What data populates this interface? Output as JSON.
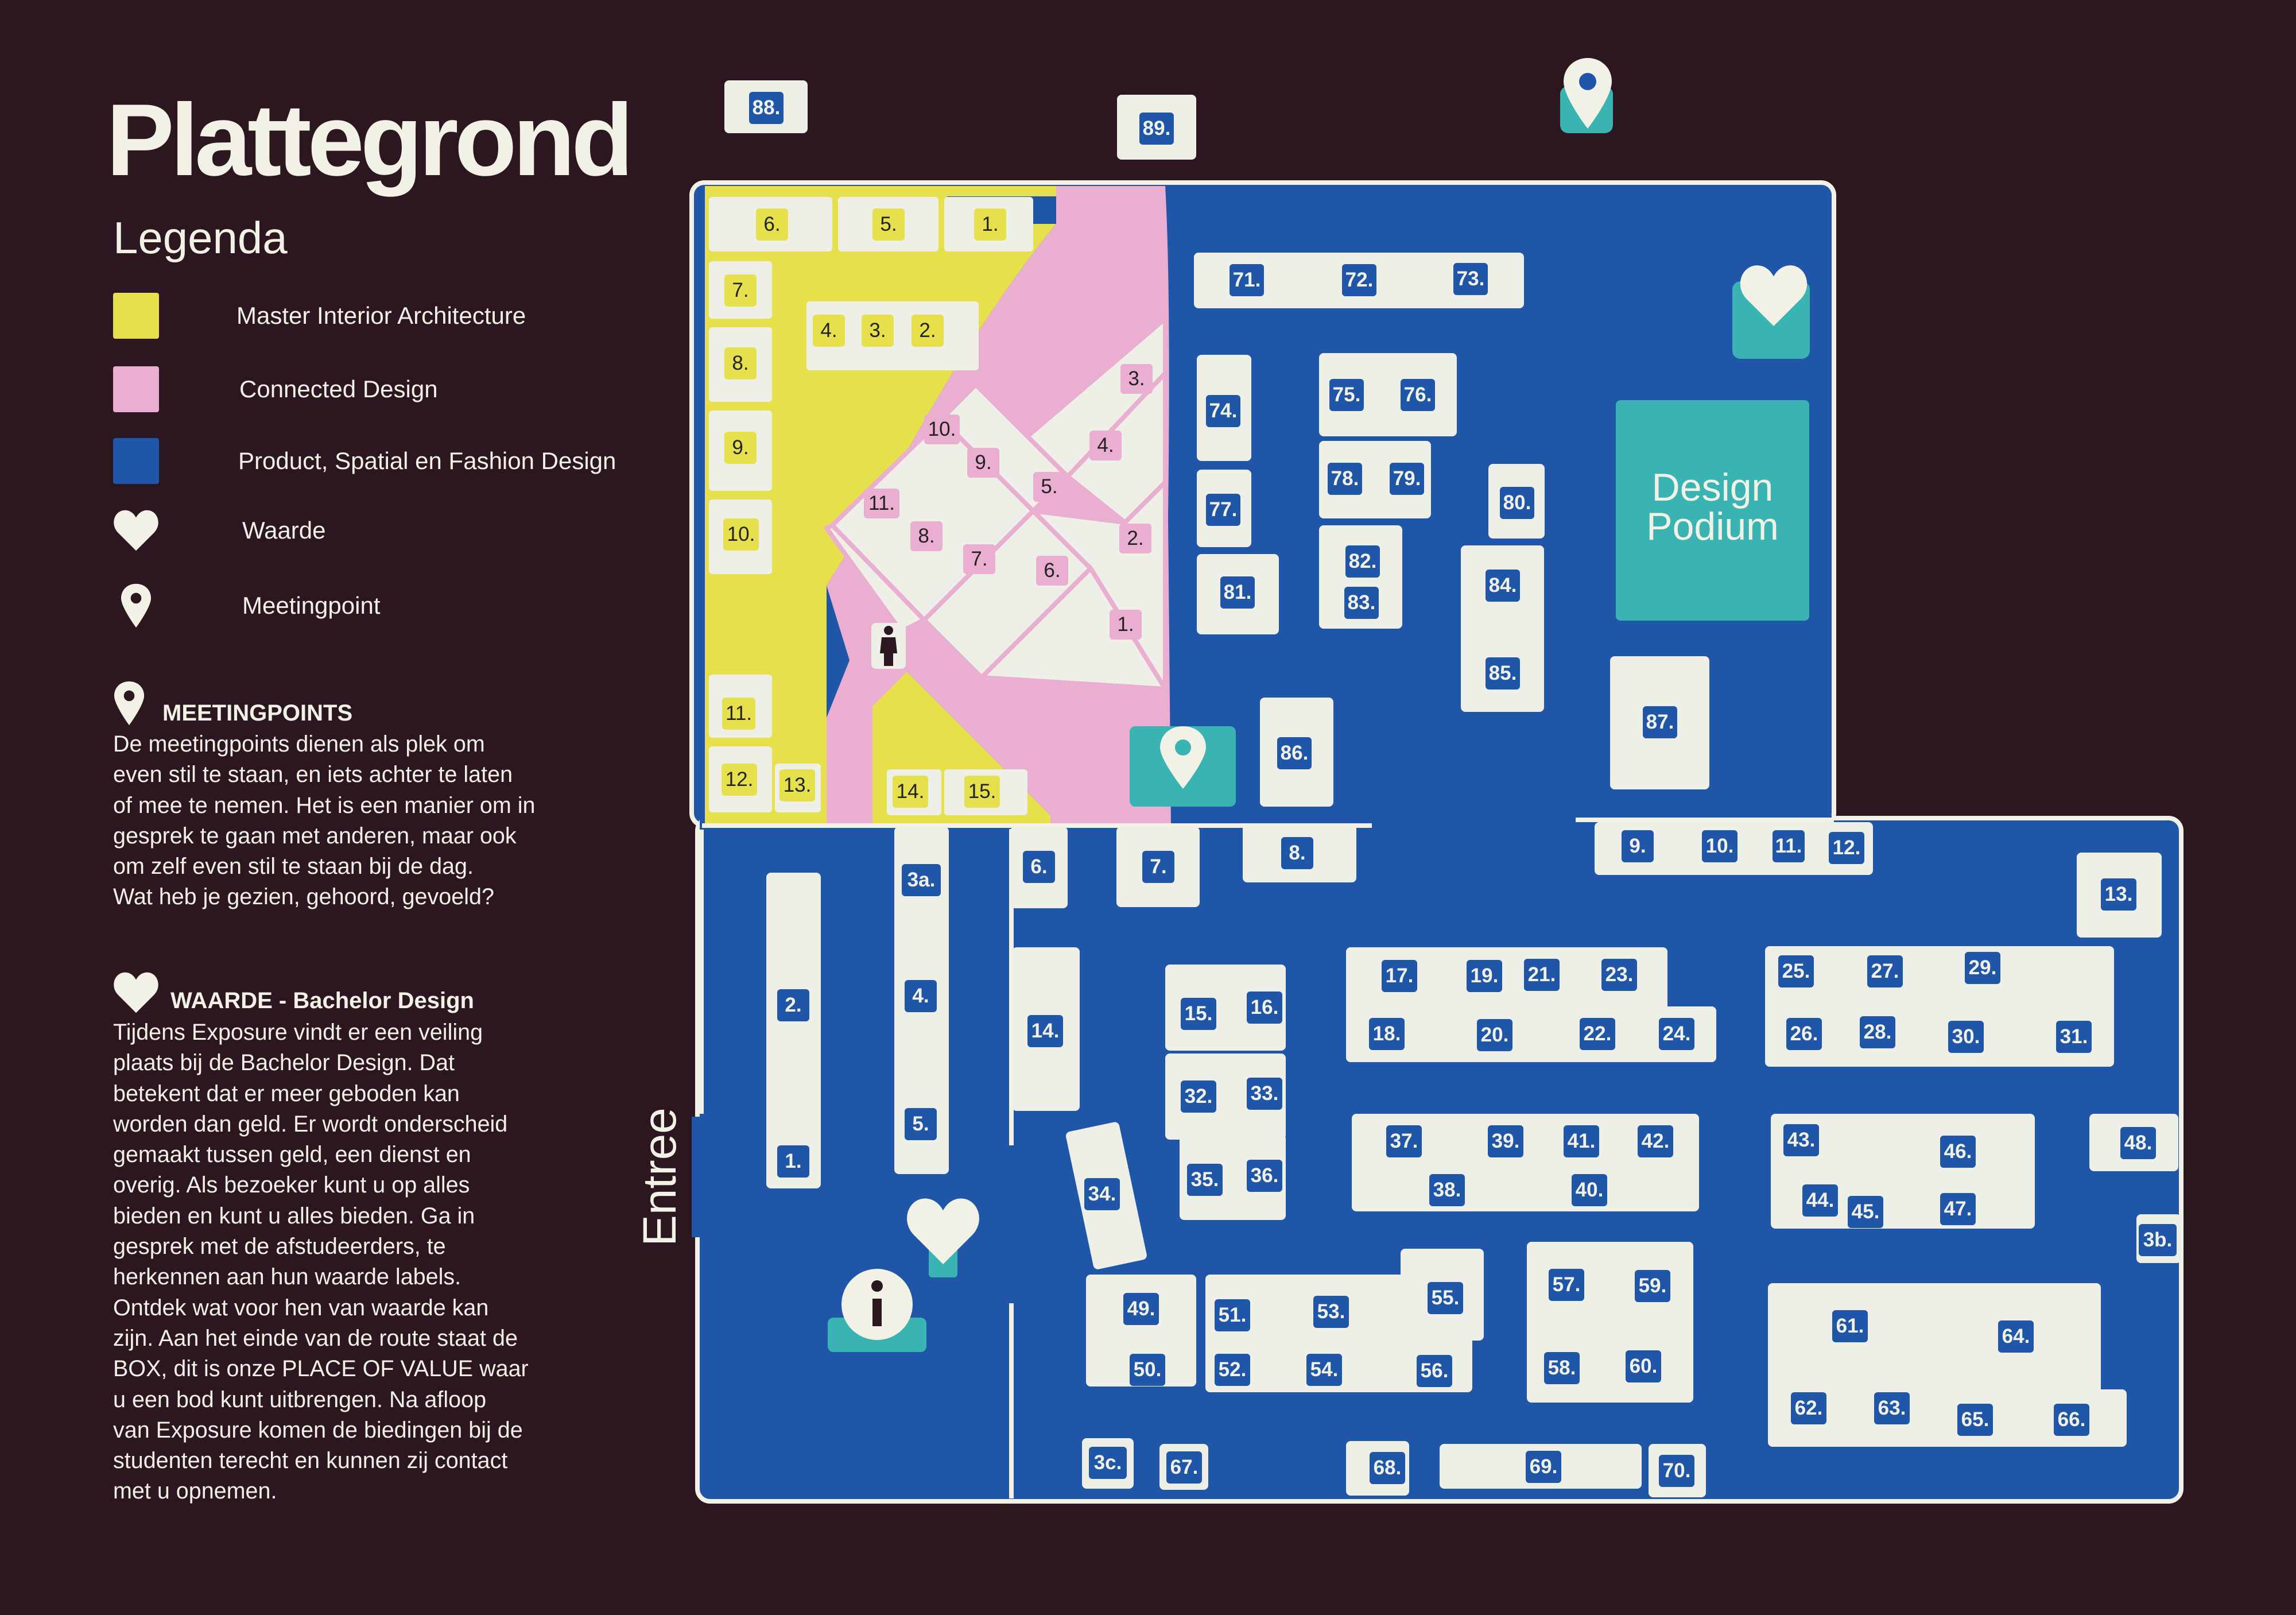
{
  "title": "Plattegrond",
  "legend": {
    "heading": "Legenda",
    "items": [
      {
        "label": "Master Interior Architecture",
        "color": "#e5e04c"
      },
      {
        "label": "Connected Design",
        "color": "#eaaed0"
      },
      {
        "label": "Product,  Spatial en Fashion Design",
        "color": "#1f56a8"
      },
      {
        "label": "Waarde",
        "icon": "heart-icon"
      },
      {
        "label": "Meetingpoint",
        "icon": "location-pin-icon"
      }
    ]
  },
  "meetingpoints": {
    "heading": "MEETINGPOINTS",
    "text": "De meetingpoints dienen als plek om\neven stil te staan, en iets achter te laten\nof mee te nemen. Het is een manier om in\ngesprek te gaan met anderen, maar ook\nom zelf even stil te staan bij de dag.\nWat heb je gezien, gehoord, gevoeld?"
  },
  "waarde": {
    "heading": "WAARDE - Bachelor Design",
    "text": "Tijdens Exposure vindt er een veiling\nplaats bij de Bachelor Design. Dat\nbetekent dat er meer geboden kan\nworden dan geld. Er wordt onderscheid\ngemaakt tussen geld, een dienst en\noverig. Als bezoeker kunt u op alles\nbieden en kunt u alles bieden. Ga in\ngesprek met de afstudeerders, te\nherkennen aan hun waarde labels.\nOntdek wat voor hen van waarde kan\nzijn. Aan het einde van de route staat de\nBOX, dit is onze PLACE OF VALUE waar\nu een bod kunt uitbrengen. Na afloop\nvan Exposure komen de biedingen bij de\nstudenten terecht en kunnen zij contact\nmet u opnemen."
  },
  "map": {
    "entrance_label": "Entree",
    "podium_label": "Design Podium",
    "colors": {
      "background": "#2c1620",
      "blue": "#1f56a8",
      "yellow": "#e5e04c",
      "pink": "#eaaed0",
      "booth": "#eeefe6",
      "teal": "#3ab3b3"
    },
    "yellow_stands": [
      "6.",
      "5.",
      "1.",
      "7.",
      "4.",
      "3.",
      "2.",
      "8.",
      "9.",
      "10.",
      "11.",
      "12.",
      "13.",
      "14.",
      "15."
    ],
    "pink_stands": [
      "3.",
      "10.",
      "4.",
      "9.",
      "11.",
      "5.",
      "8.",
      "2.",
      "7.",
      "6.",
      "1."
    ],
    "blue_stands": [
      "88.",
      "89.",
      "71.",
      "72.",
      "73.",
      "74.",
      "75.",
      "76.",
      "77.",
      "78.",
      "79.",
      "80.",
      "81.",
      "82.",
      "83.",
      "84.",
      "85.",
      "86.",
      "87.",
      "9.",
      "10.",
      "11.",
      "12.",
      "13.",
      "3a.",
      "6.",
      "7.",
      "8.",
      "2.",
      "4.",
      "5.",
      "1.",
      "14.",
      "15.",
      "16.",
      "32.",
      "33.",
      "35.",
      "36.",
      "34.",
      "17.",
      "19.",
      "21.",
      "23.",
      "18.",
      "20.",
      "22.",
      "24.",
      "25.",
      "27.",
      "29.",
      "26.",
      "28.",
      "30.",
      "31.",
      "37.",
      "39.",
      "41.",
      "42.",
      "38.",
      "40.",
      "43.",
      "46.",
      "48.",
      "44.",
      "45.",
      "47.",
      "3b.",
      "49.",
      "51.",
      "53.",
      "55.",
      "50.",
      "52.",
      "54.",
      "56.",
      "57.",
      "59.",
      "58.",
      "60.",
      "61.",
      "64.",
      "62.",
      "63.",
      "65.",
      "66.",
      "3c.",
      "67.",
      "68.",
      "69.",
      "70."
    ]
  }
}
